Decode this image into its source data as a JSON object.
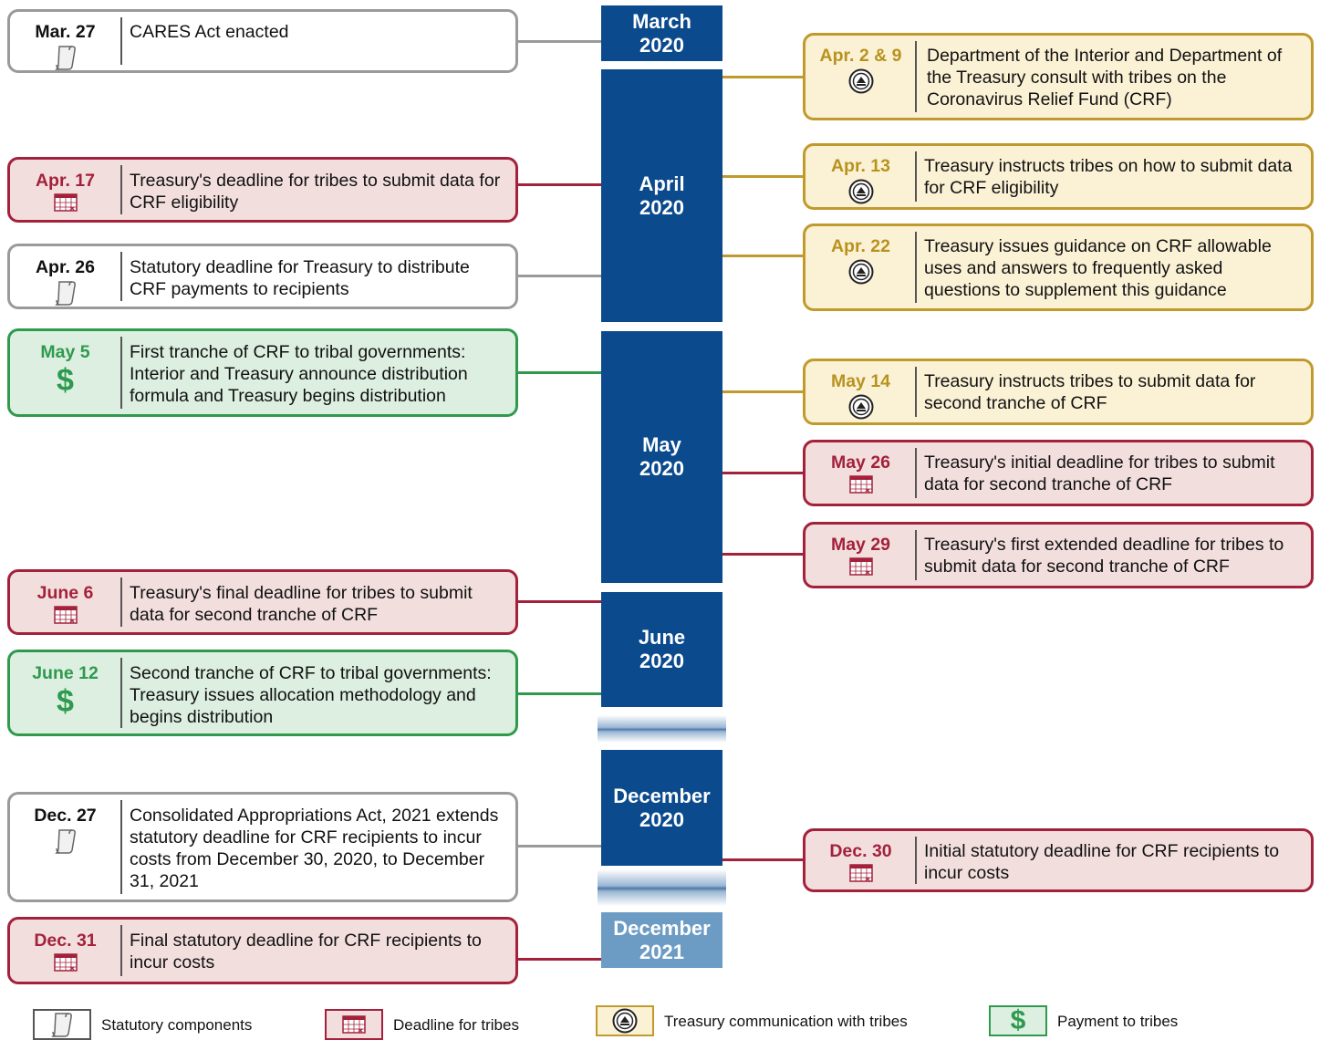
{
  "months": [
    {
      "label": "March 2020",
      "line1": "March",
      "line2": "2020"
    },
    {
      "label": "April 2020",
      "line1": "April",
      "line2": "2020"
    },
    {
      "label": "May 2020",
      "line1": "May",
      "line2": "2020"
    },
    {
      "label": "June 2020",
      "line1": "June",
      "line2": "2020"
    },
    {
      "label": "December 2020",
      "line1": "December",
      "line2": "2020"
    },
    {
      "label": "December 2021",
      "line1": "December",
      "line2": "2021"
    }
  ],
  "events": [
    {
      "date": "Mar. 27",
      "category": "Statutory components",
      "text": "CARES Act enacted"
    },
    {
      "date": "Apr. 2 & 9",
      "category": "Treasury communication with tribes",
      "text": "Department of the Interior and Department of the Treasury consult with tribes on the Coronavirus Relief Fund (CRF)"
    },
    {
      "date": "Apr. 13",
      "category": "Treasury communication with tribes",
      "text": "Treasury instructs tribes on how to submit data for CRF eligibility"
    },
    {
      "date": "Apr. 17",
      "category": "Deadline for tribes",
      "text": "Treasury's deadline for tribes to submit data for CRF eligibility"
    },
    {
      "date": "Apr. 22",
      "category": "Treasury communication with tribes",
      "text": "Treasury issues guidance on CRF allowable uses and answers to frequently asked questions to supplement this guidance"
    },
    {
      "date": "Apr. 26",
      "category": "Statutory components",
      "text": "Statutory deadline for Treasury to distribute CRF payments to recipients"
    },
    {
      "date": "May 5",
      "category": "Payment to tribes",
      "text": "First tranche of CRF to tribal governments: Interior and Treasury announce distribution formula and Treasury begins distribution"
    },
    {
      "date": "May 14",
      "category": "Treasury communication with tribes",
      "text": "Treasury instructs tribes to submit data for second tranche of CRF"
    },
    {
      "date": "May 26",
      "category": "Deadline for tribes",
      "text": "Treasury's initial deadline for tribes to submit data for second tranche of CRF"
    },
    {
      "date": "May 29",
      "category": "Deadline for tribes",
      "text": "Treasury's first extended deadline for tribes to submit data for second tranche of CRF"
    },
    {
      "date": "June 6",
      "category": "Deadline for tribes",
      "text": "Treasury's final deadline for tribes to submit data for second tranche of CRF"
    },
    {
      "date": "June 12",
      "category": "Payment to tribes",
      "text": "Second tranche of CRF to tribal governments: Treasury issues allocation methodology and begins distribution"
    },
    {
      "date": "Dec. 27",
      "category": "Statutory components",
      "text": "Consolidated Appropriations Act, 2021 extends statutory deadline for CRF recipients to incur costs from December 30, 2020, to December 31, 2021"
    },
    {
      "date": "Dec. 30",
      "category": "Deadline for tribes",
      "text": "Initial statutory deadline for CRF recipients to incur costs"
    },
    {
      "date": "Dec. 31",
      "category": "Deadline for tribes",
      "text": "Final statutory deadline for CRF recipients to incur costs"
    }
  ],
  "legend": [
    {
      "label": "Statutory components",
      "icon": "scroll-icon"
    },
    {
      "label": "Deadline for tribes",
      "icon": "calendar-icon"
    },
    {
      "label": "Treasury communication with tribes",
      "icon": "treasury-seal-icon"
    },
    {
      "label": "Payment to tribes",
      "icon": "dollar-icon"
    }
  ],
  "icons": {
    "dollar": "$"
  },
  "colors": {
    "month_bar": "#0a4a8d",
    "month_bar_future": "#6c9bc4",
    "statutory": "#9a9a9a",
    "deadline": "#a3213b",
    "deadline_fill": "#f3dede",
    "treasury": "#c19a2e",
    "treasury_fill": "#fbf2d5",
    "payment": "#2f9a4e",
    "payment_fill": "#dcefe0"
  }
}
